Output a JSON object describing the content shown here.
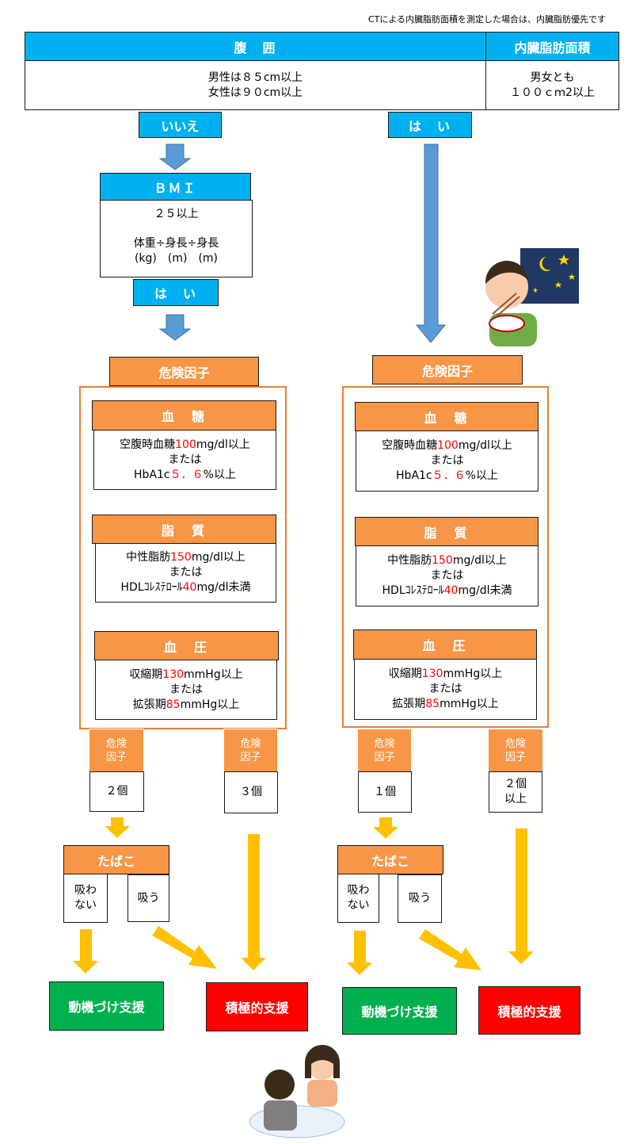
{
  "note": "CTによる内臓脂肪面積を測定した場合は、内臓脂肪優先です",
  "waist": {
    "title": "腹　囲",
    "male": "男性は８５cm以上",
    "female": "女性は９０cm以上"
  },
  "visceral": {
    "title": "内臓脂肪面積",
    "line1": "男女とも",
    "line2": "１００ｃｍ2以上"
  },
  "answer_no": "いいえ",
  "answer_yes": "は　い",
  "bmi": {
    "title": "ＢＭＩ",
    "value": "２５以上",
    "formula": "体重÷身長÷身長",
    "units": "(kg)　(m)　(m)"
  },
  "risk_title": "危険因子",
  "glucose": {
    "title": "血　糖",
    "l1_pre": "空腹時血糖",
    "l1_num": "100",
    "l1_post": "mg/dl以上",
    "or": "または",
    "l3_pre": "HbA1c",
    "l3_num": "５．６",
    "l3_post": "%以上"
  },
  "lipid": {
    "title": "脂　質",
    "l1_pre": "中性脂肪",
    "l1_num": "150",
    "l1_post": "mg/dl以上",
    "or": "または",
    "l3_pre": "HDLｺﾚｽﾃﾛｰﾙ",
    "l3_num": "40",
    "l3_post": "mg/dl未満"
  },
  "pressure": {
    "title": "血　圧",
    "l1_pre": "収縮期",
    "l1_num": "130",
    "l1_post": "mmHg以上",
    "or": "または",
    "l3_pre": "拡張期",
    "l3_num": "85",
    "l3_post": "mmHg以上"
  },
  "factor_label_1": "危険",
  "factor_label_2": "因子",
  "count_left_a": "２個",
  "count_left_b": "３個",
  "count_right_a": "１個",
  "count_right_b_1": "２個",
  "count_right_b_2": "以上",
  "tobacco": {
    "title": "たばこ",
    "no_1": "吸わ",
    "no_2": "ない",
    "yes": "吸う"
  },
  "result_motivation": "動機づけ支援",
  "result_active": "積極的支援",
  "colors": {
    "blue_header": "#00b0f0",
    "orange": "#f79646",
    "orange_frame": "#ed7d31",
    "blue_arrow": "#5b9bd5",
    "yellow_arrow": "#ffc000",
    "green": "#00b050",
    "red": "#ff0000"
  }
}
